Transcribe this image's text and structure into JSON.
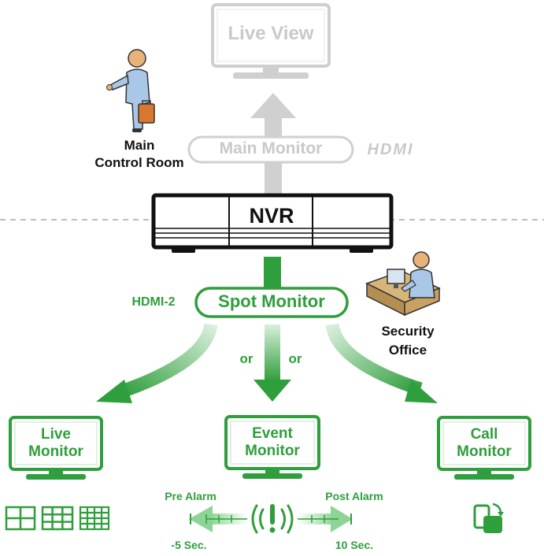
{
  "top": {
    "live_view": "Live View",
    "main_monitor": "Main Monitor",
    "hdmi_logo": "HDMI",
    "control_room_line1": "Main",
    "control_room_line2": "Control Room"
  },
  "nvr": {
    "label": "NVR"
  },
  "spot": {
    "hdmi2": "HDMI-2",
    "spot_monitor": "Spot Monitor",
    "security_line1": "Security",
    "security_line2": "Office",
    "or_left": "or",
    "or_right": "or"
  },
  "monitors": [
    {
      "line1": "Live",
      "line2": "Monitor"
    },
    {
      "line1": "Event",
      "line2": "Monitor"
    },
    {
      "line1": "Call",
      "line2": "Monitor"
    }
  ],
  "alarm": {
    "pre_label": "Pre Alarm",
    "post_label": "Post Alarm",
    "pre_time": "-5 Sec.",
    "post_time": "10 Sec."
  },
  "colors": {
    "accent_green": "#2f9e3c",
    "light_green": "#9fd8a4",
    "muted_grey": "#c9c9c9",
    "person_skin": "#e8b27a",
    "person_shirt": "#a9c7e6"
  },
  "icons": {
    "layout_grids": [
      "grid-4-icon",
      "grid-9-icon",
      "grid-16-icon"
    ],
    "alarm": "alarm-exclamation-icon",
    "call": "call-rotate-icon"
  }
}
